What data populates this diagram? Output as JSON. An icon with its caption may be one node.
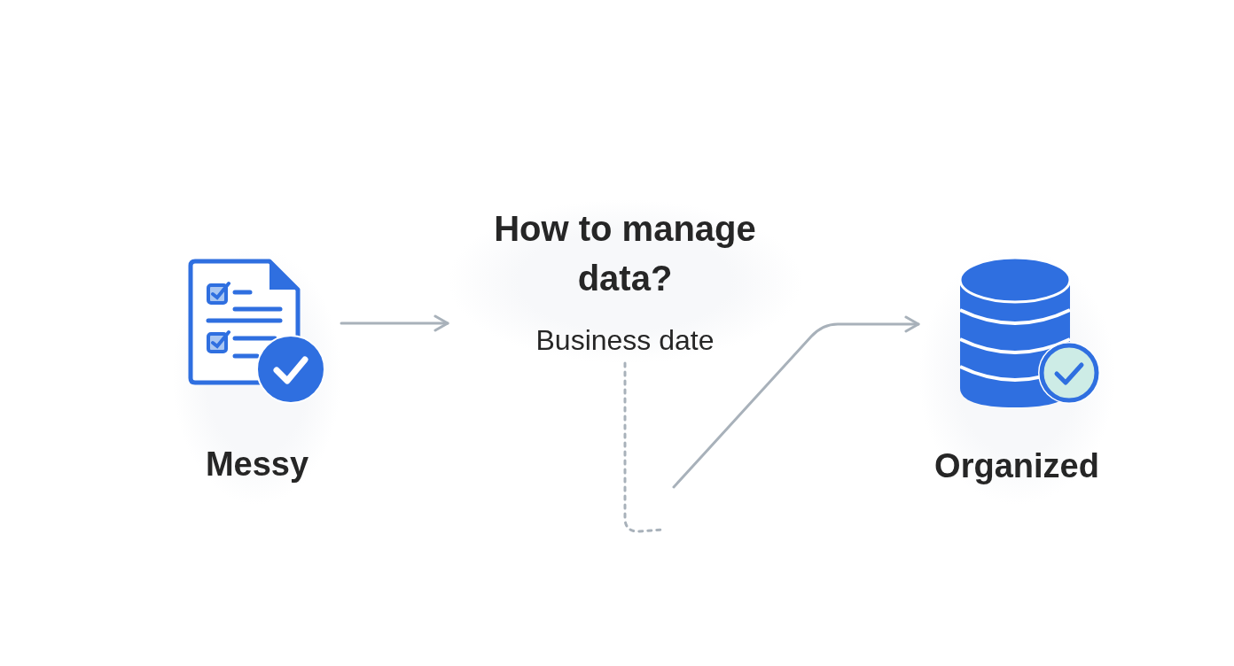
{
  "diagram": {
    "nodes": [
      {
        "text": [
          "Messy"
        ]
      },
      {
        "text": [
          "How to manage data?",
          "Business date"
        ]
      },
      {
        "text": [
          "Organized"
        ]
      }
    ],
    "edges": [
      {
        "from": 0,
        "to": 1,
        "arrow": "to"
      },
      {
        "from": 1,
        "to": null,
        "arrow": "none",
        "style": "dashed"
      },
      {
        "from": null,
        "to": 2,
        "arrow": "to"
      }
    ]
  }
}
